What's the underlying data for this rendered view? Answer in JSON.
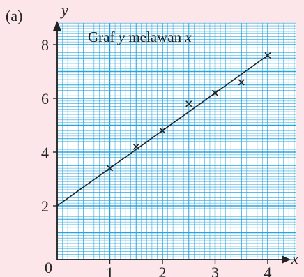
{
  "part_label": "(a)",
  "chart_data": {
    "type": "scatter",
    "title_parts": [
      "Graf ",
      "y",
      " melawan ",
      "x"
    ],
    "xlabel": "x",
    "ylabel": "y",
    "origin_label": "0",
    "xlim": [
      0,
      4.45
    ],
    "ylim": [
      0,
      8.8
    ],
    "x_ticks": [
      1,
      2,
      3,
      4
    ],
    "y_ticks": [
      2,
      4,
      6,
      8
    ],
    "points": [
      {
        "x": 1,
        "y": 3.4
      },
      {
        "x": 1.5,
        "y": 4.2
      },
      {
        "x": 2,
        "y": 4.8
      },
      {
        "x": 2.5,
        "y": 5.8
      },
      {
        "x": 3,
        "y": 6.2
      },
      {
        "x": 3.5,
        "y": 6.6
      },
      {
        "x": 4,
        "y": 7.6
      }
    ],
    "best_fit_line": {
      "x1": 0,
      "y1": 2,
      "x2": 4,
      "y2": 7.6
    },
    "grid": true,
    "colors": {
      "background": "#fde6e9",
      "grid_fill": "#ffffff",
      "grid_line": "#29a3dd",
      "ink": "#222222"
    }
  }
}
